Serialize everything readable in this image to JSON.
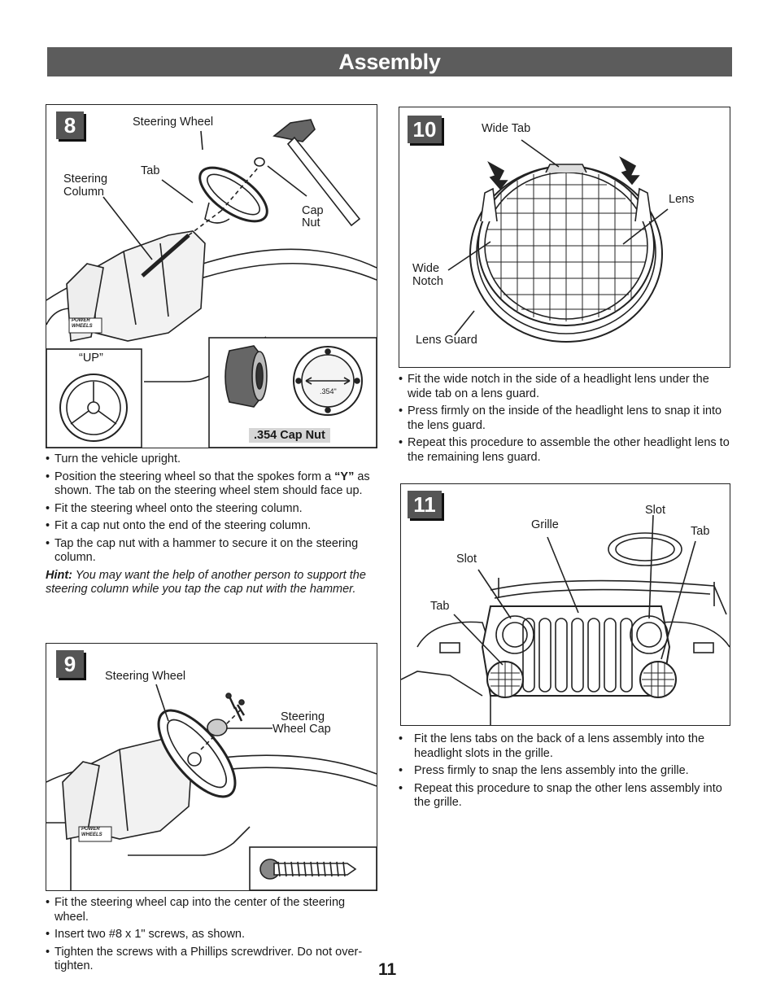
{
  "header": {
    "title": "Assembly"
  },
  "step8": {
    "number": "8",
    "labels": {
      "steering_wheel": "Steering Wheel",
      "tab": "Tab",
      "steering_column_1": "Steering",
      "steering_column_2": "Column",
      "cap_nut_1": "Cap",
      "cap_nut_2": "Nut",
      "up": "“UP”",
      "dimension": ".354\"",
      "cap_nut_caption": ".354 Cap Nut",
      "logo_1": "POWER",
      "logo_2": "WHEELS"
    },
    "instructions": [
      "Turn the vehicle upright.",
      "Fit the steering wheel onto the steering column.",
      "Fit a cap nut onto the end of the steering column.",
      "Tap the cap nut with a hammer to secure it on the steering column."
    ],
    "position_item": {
      "pre": "Position the steering wheel so that the spokes form a ",
      "bold": "“Y”",
      "post": " as shown. The tab on the steering wheel stem should face up."
    },
    "hint": {
      "label": "Hint:",
      "text": " You may want the help of another person to support the steering column while you tap the cap nut with the hammer."
    }
  },
  "step9": {
    "number": "9",
    "labels": {
      "steering_wheel": "Steering Wheel",
      "cap_1": "Steering",
      "cap_2": "Wheel Cap",
      "logo_1": "POWER",
      "logo_2": "WHEELS"
    },
    "instructions": [
      "Fit the steering wheel cap into the center of the steering wheel.",
      "Insert two #8 x 1\" screws, as shown.",
      "Tighten the screws with a Phillips screwdriver. Do not over-tighten."
    ]
  },
  "step10": {
    "number": "10",
    "labels": {
      "wide_tab": "Wide Tab",
      "lens": "Lens",
      "wide_notch_1": "Wide",
      "wide_notch_2": "Notch",
      "lens_guard": "Lens Guard"
    },
    "instructions": [
      "Fit the wide notch in the side of a headlight lens under the wide tab on a lens guard.",
      "Press firmly on the inside of the headlight lens to snap it into the lens guard.",
      "Repeat this procedure to assemble the other headlight lens to the remaining lens guard."
    ]
  },
  "step11": {
    "number": "11",
    "labels": {
      "slot_right": "Slot",
      "grille": "Grille",
      "tab_right": "Tab",
      "slot_left": "Slot",
      "tab_left": "Tab"
    },
    "instructions": [
      "Fit the lens tabs on the back of a lens assembly into the headlight slots in the grille.",
      "Press firmly to snap the lens assembly into the grille.",
      "Repeat this procedure to snap the other lens assembly into the grille."
    ]
  },
  "page_number": "11"
}
